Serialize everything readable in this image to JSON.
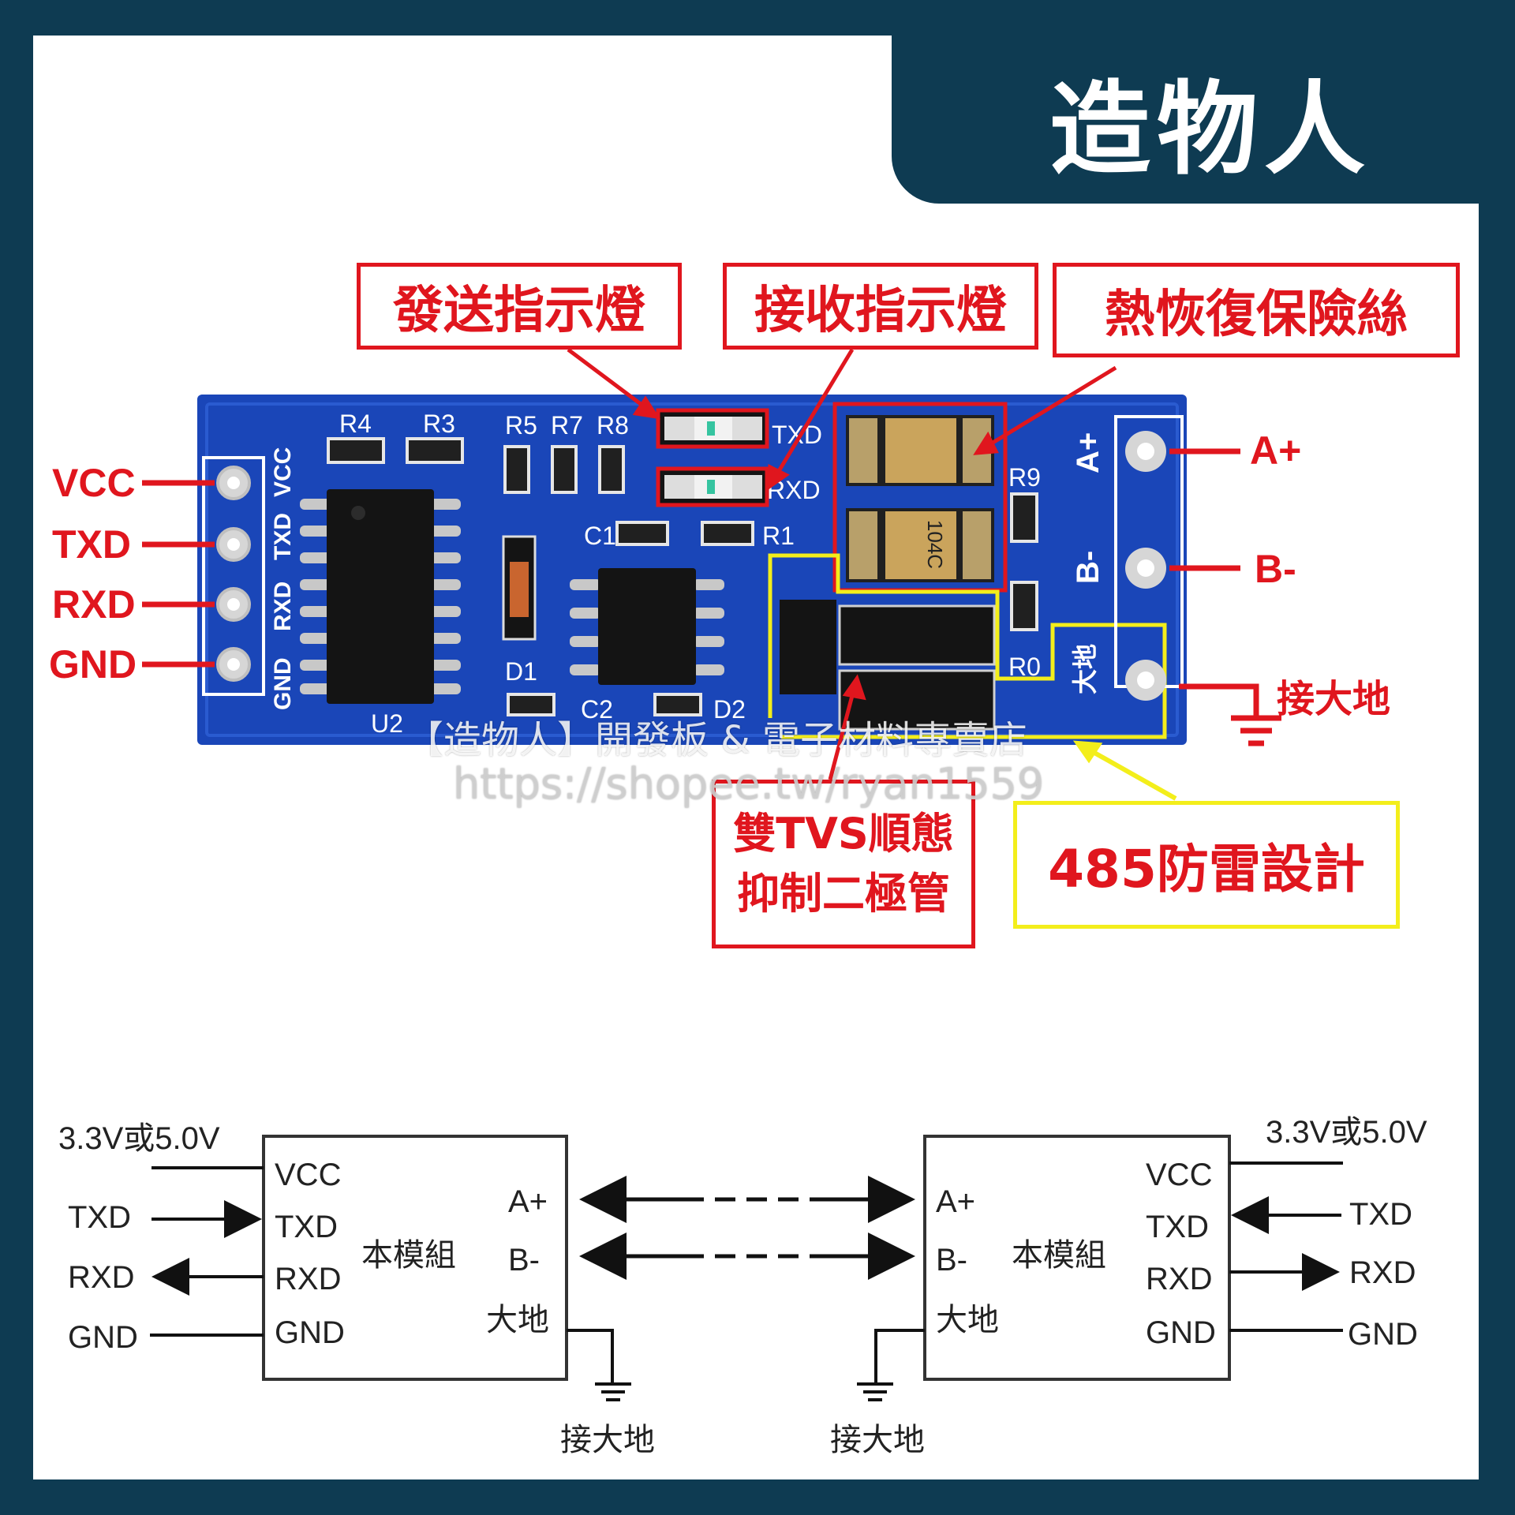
{
  "brand": {
    "name": "造物人"
  },
  "colors": {
    "frame": "#0e3b52",
    "callout_red": "#e0161e",
    "callout_yellow": "#f3ee1b",
    "pcb_blue": "#1a46b8"
  },
  "callouts": {
    "tx_led": "發送指示燈",
    "rx_led": "接收指示燈",
    "fuse": "熱恢復保險絲",
    "tvs_line1": "雙TVS順態",
    "tvs_line2": "抑制二極管",
    "lightning": "485防雷設計"
  },
  "pins_left": [
    "VCC",
    "TXD",
    "RXD",
    "GND"
  ],
  "pins_right": [
    "A+",
    "B-"
  ],
  "earth_label": "接大地",
  "pcb": {
    "silk_pins": [
      "VCC",
      "TXD",
      "RXD",
      "GND"
    ],
    "refs": [
      "R4",
      "R3",
      "R5",
      "R7",
      "R8",
      "C1",
      "R1",
      "D1",
      "C2",
      "D2",
      "U2",
      "R9",
      "R0"
    ],
    "led_labels": [
      "TXD",
      "RXD"
    ],
    "fuse_marking": "104C",
    "terminal_labels": [
      "A+",
      "B-",
      "大地"
    ]
  },
  "watermark": {
    "line1": "【造物人】開發板 & 電子材料專賣店",
    "line2": "https://shopee.tw/ryan1559"
  },
  "wiring": {
    "left": {
      "supply": "3.3V或5.0V",
      "ext_txd": "TXD",
      "ext_rxd": "RXD",
      "ext_gnd": "GND",
      "pins": [
        "VCC",
        "TXD",
        "RXD",
        "GND"
      ],
      "module": "本模組",
      "bus_pins": [
        "A+",
        "B-",
        "大地"
      ],
      "earth": "接大地"
    },
    "right": {
      "supply": "3.3V或5.0V",
      "ext_txd": "TXD",
      "ext_rxd": "RXD",
      "ext_gnd": "GND",
      "pins": [
        "VCC",
        "TXD",
        "RXD",
        "GND"
      ],
      "module": "本模組",
      "bus_pins": [
        "A+",
        "B-",
        "大地"
      ],
      "earth": "接大地"
    }
  }
}
